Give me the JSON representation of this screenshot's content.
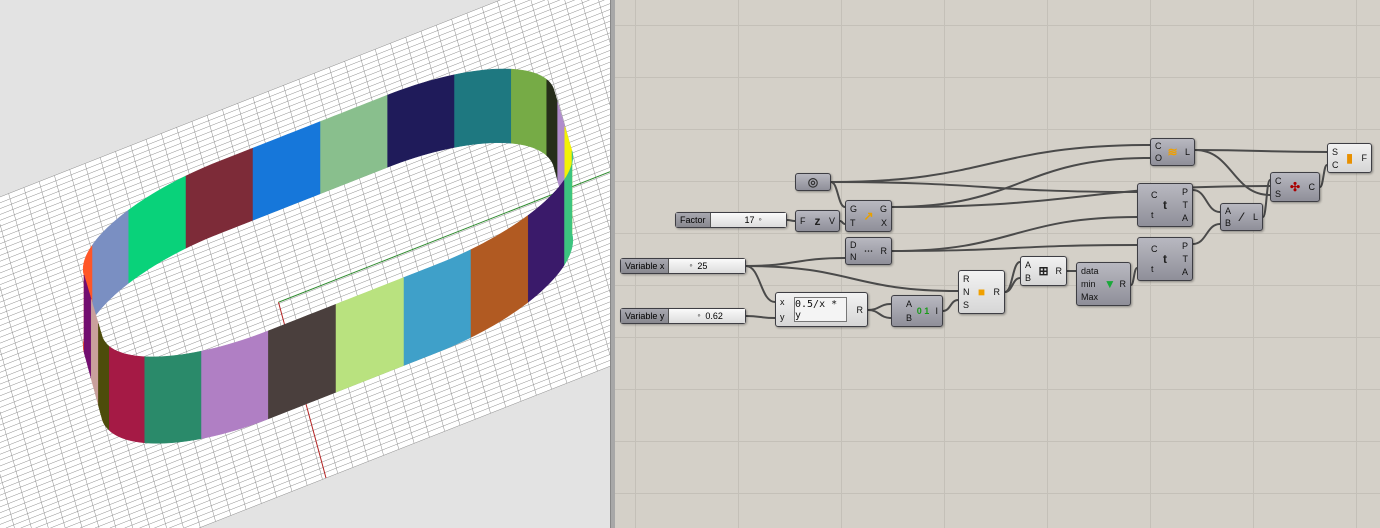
{
  "viewport": {
    "panel_colors": [
      "#4a3f3d",
      "#b9e27f",
      "#3fa0c9",
      "#b15a22",
      "#3a1a6a",
      "#3cc47f",
      "#f3f205",
      "#b08ccc",
      "#262e1a",
      "#76ab46",
      "#1e7880",
      "#1f1b5a",
      "#89bf8d",
      "#1677da",
      "#7d2b38",
      "#09d27a",
      "#7a8fc2",
      "#ff5627",
      "#730e70",
      "#c9a09c",
      "#4d4c0b",
      "#a51a45",
      "#2a8a6a",
      "#b07fc4"
    ],
    "floor_color": "#ffffff",
    "grid_color": "#8c8c8c",
    "x_axis_color": "#b22222",
    "y_axis_color": "#2e8b2e"
  },
  "canvas": {
    "factor": {
      "label": "Factor",
      "value": "17"
    },
    "var_x": {
      "label": "Variable x",
      "value": "25"
    },
    "var_y": {
      "label": "Variable y",
      "value": "0.62"
    },
    "unit_z": {
      "in": [
        "F"
      ],
      "out": [
        "V"
      ]
    },
    "move": {
      "in": [
        "G",
        "T"
      ],
      "out": [
        "G",
        "X"
      ]
    },
    "range": {
      "in": [
        "D",
        "N"
      ],
      "out": [
        "R"
      ]
    },
    "expression": {
      "in": [
        "x",
        "y"
      ],
      "text": "0.5/x * y",
      "out": [
        "R"
      ]
    },
    "larger": {
      "in": [
        "A",
        "B"
      ],
      "out": [
        "I"
      ]
    },
    "random": {
      "in": [
        "R",
        "N",
        "S"
      ],
      "out": [
        "R"
      ]
    },
    "addition": {
      "in": [
        "A",
        "B"
      ],
      "out": [
        "R"
      ]
    },
    "bounds": {
      "in": [
        "data",
        "min",
        "Max"
      ],
      "out": [
        "R"
      ]
    },
    "offset": {
      "in": [
        "C",
        "O"
      ],
      "out": [
        "L"
      ]
    },
    "eval1": {
      "in": [
        "C",
        "t"
      ],
      "out": [
        "P",
        "T",
        "A"
      ]
    },
    "eval2": {
      "in": [
        "C",
        "t"
      ],
      "out": [
        "P",
        "T",
        "A"
      ]
    },
    "line": {
      "in": [
        "A",
        "B"
      ],
      "out": [
        "L"
      ]
    },
    "shatter": {
      "in": [
        "C",
        "S"
      ],
      "out": [
        "C"
      ]
    },
    "loft": {
      "in": [
        "S",
        "C"
      ],
      "out": [
        "F"
      ]
    }
  }
}
